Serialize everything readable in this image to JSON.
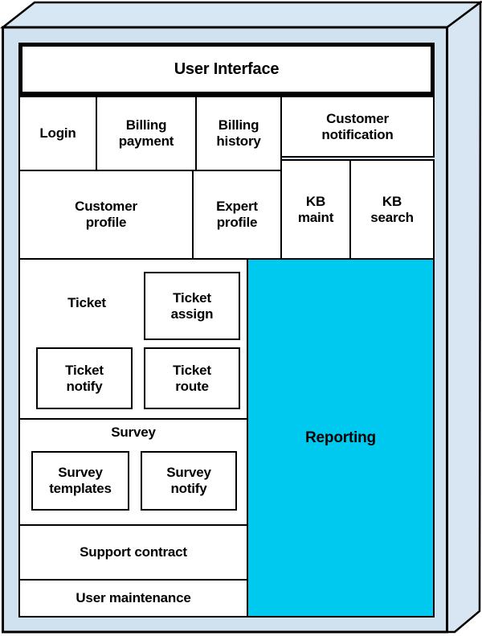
{
  "figure": {
    "type": "monolith-architecture-3d-box-diagram",
    "colors": {
      "frame_front": "#d0e2f0",
      "frame_top": "#d7e8f4",
      "frame_side": "#d7e6f2",
      "module_background": "#ffffff",
      "highlight_background": "#00c9f0",
      "border": "#000000"
    },
    "boxes": {
      "user_interface": "User Interface",
      "login": "Login",
      "billing_payment": "Billing payment",
      "billing_history": "Billing history",
      "customer_notification": "Customer notification",
      "customer_profile": "Customer profile",
      "expert_profile": "Expert profile",
      "kb_maint": "KB maint",
      "kb_search": "KB search",
      "ticket": "Ticket",
      "ticket_assign": "Ticket assign",
      "ticket_notify": "Ticket notify",
      "ticket_route": "Ticket route",
      "survey": "Survey",
      "survey_templates": "Survey templates",
      "survey_notify": "Survey notify",
      "support_contract": "Support contract",
      "user_maintenance": "User maintenance",
      "reporting": "Reporting"
    }
  }
}
